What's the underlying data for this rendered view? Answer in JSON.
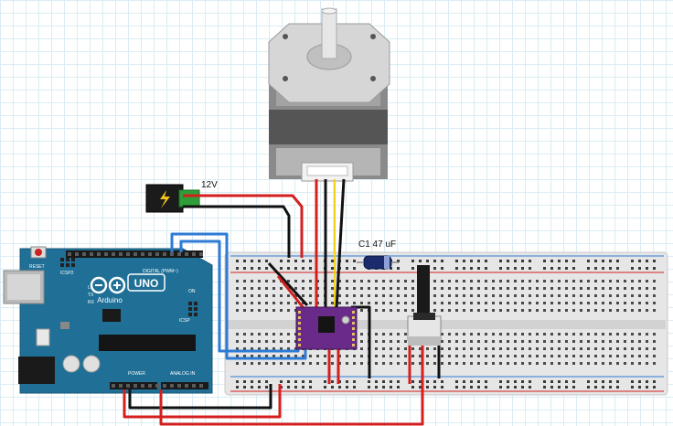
{
  "labels": {
    "power_jack": "12V",
    "capacitor": "C1 47 uF"
  },
  "board": {
    "reset": "RESET",
    "icsp2": "ICSP2",
    "digital": "DIGITAL (PWM~)",
    "brand": "Arduino",
    "model": "UNO",
    "tx": "TX",
    "rx": "RX",
    "l": "L",
    "on": "ON",
    "icsp": "ICSP",
    "power": "POWER",
    "analog": "ANALOG IN"
  },
  "colors": {
    "board": "#1f6f96",
    "breadboard": "#e3e3e3",
    "wire_red": "#d41f1f",
    "wire_black": "#111111",
    "wire_blue": "#2e7bd6",
    "driver": "#6a2a8a",
    "motor": "#cfcfcf"
  }
}
